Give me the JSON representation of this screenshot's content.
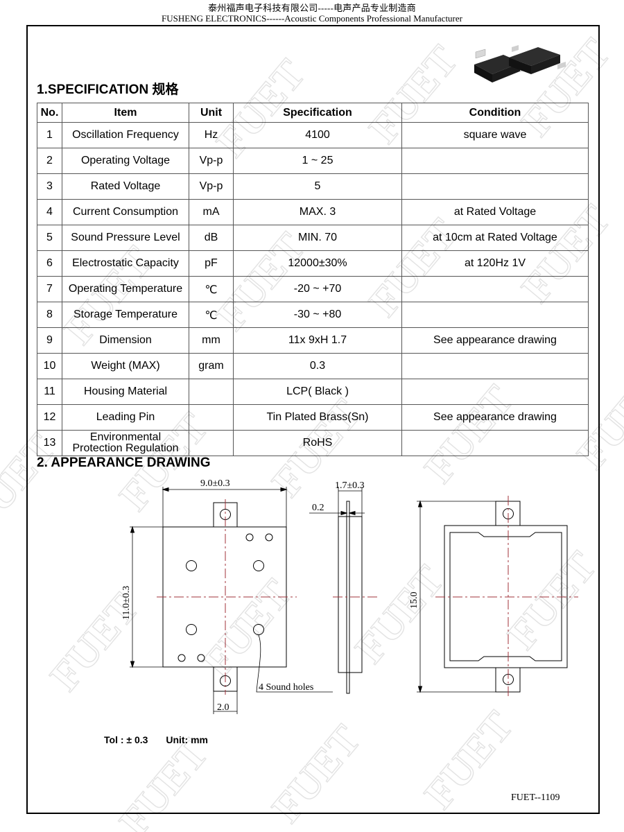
{
  "header": {
    "cn": "泰州福声电子科技有限公司-----电声产品专业制造商",
    "en": "FUSHENG ELECTRONICS------Acoustic Components Professional Manufacturer"
  },
  "watermark_text": "FUET",
  "section1_title": "1.SPECIFICATION  规格",
  "section2_title": "2.  APPEARANCE DRAWING",
  "table": {
    "headers": [
      "No.",
      "Item",
      "Unit",
      "Specification",
      "Condition"
    ],
    "rows": [
      {
        "no": "1",
        "item": "Oscillation Frequency",
        "unit": "Hz",
        "spec": "4100",
        "cond": "square wave"
      },
      {
        "no": "2",
        "item": "Operating Voltage",
        "unit": "Vp-p",
        "spec": "1 ~ 25",
        "cond": ""
      },
      {
        "no": "3",
        "item": "Rated Voltage",
        "unit": "Vp-p",
        "spec": "5",
        "cond": ""
      },
      {
        "no": "4",
        "item": "Current Consumption",
        "unit": "mA",
        "spec": "MAX. 3",
        "cond": "at Rated Voltage"
      },
      {
        "no": "5",
        "item": "Sound Pressure Level",
        "unit": "dB",
        "spec": "MIN. 70",
        "cond": "at 10cm at Rated Voltage"
      },
      {
        "no": "6",
        "item": "Electrostatic Capacity",
        "unit": "pF",
        "spec": "12000±30%",
        "cond": "at 120Hz 1V"
      },
      {
        "no": "7",
        "item": "Operating Temperature",
        "unit": "℃",
        "spec": "-20 ~ +70",
        "cond": ""
      },
      {
        "no": "8",
        "item": "Storage Temperature",
        "unit": "℃",
        "spec": "-30 ~ +80",
        "cond": ""
      },
      {
        "no": "9",
        "item": "Dimension",
        "unit": "mm",
        "spec": "11x 9xH 1.7",
        "cond": "See appearance drawing"
      },
      {
        "no": "10",
        "item": "Weight (MAX)",
        "unit": "gram",
        "spec": "0.3",
        "cond": ""
      },
      {
        "no": "11",
        "item": "Housing Material",
        "unit": "",
        "spec": "LCP( Black )",
        "cond": ""
      },
      {
        "no": "12",
        "item": "Leading Pin",
        "unit": "",
        "spec": "Tin Plated Brass(Sn)",
        "cond": "See appearance drawing"
      },
      {
        "no": "13",
        "item": "Environmental Protection Regulation",
        "unit": "",
        "spec": "RoHS",
        "cond": ""
      }
    ]
  },
  "drawing": {
    "dim_width": "9.0±0.3",
    "dim_height": "11.0±0.3",
    "dim_pin": "2.0",
    "dim_thickness": "1.7±0.3",
    "dim_lead": "0.2",
    "dim_total": "15.0",
    "sound_holes": "4 Sound holes"
  },
  "tolerance": "Tol : ± 0.3",
  "unit_note": "Unit: mm",
  "doc_code": "FUET--1109"
}
